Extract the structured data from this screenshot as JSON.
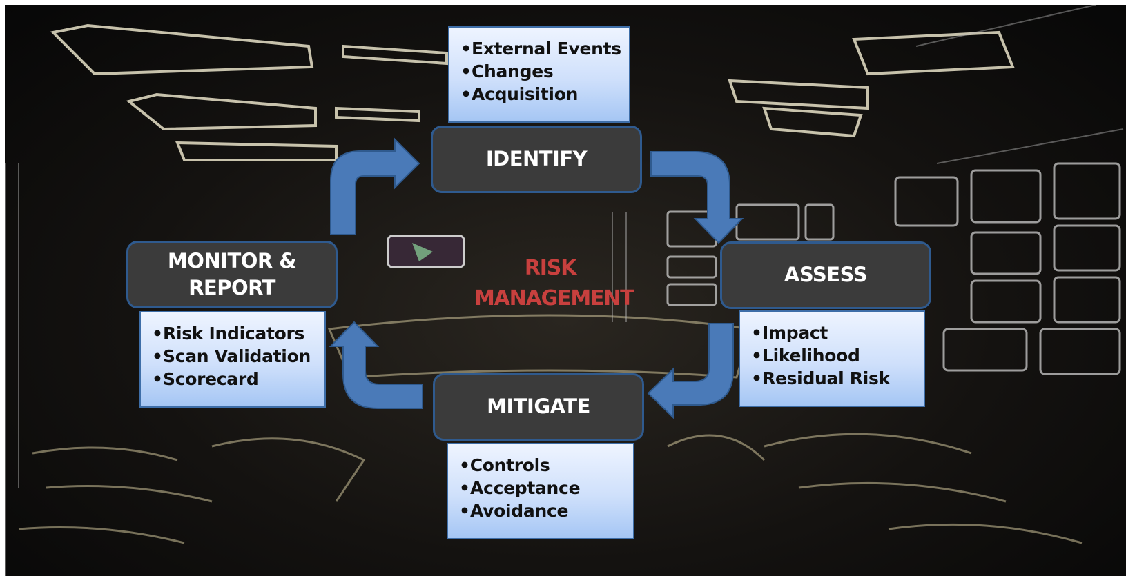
{
  "diagram": {
    "center": {
      "line1": "RISK",
      "line2": "MANAGEMENT"
    },
    "stages": {
      "identify": {
        "label": "IDENTIFY",
        "items": [
          "External Events",
          "Changes",
          "Acquisition"
        ]
      },
      "assess": {
        "label": "ASSESS",
        "items": [
          "Impact",
          "Likelihood",
          "Residual Risk"
        ]
      },
      "mitigate": {
        "label": "MITIGATE",
        "items": [
          "Controls",
          "Acceptance",
          "Avoidance"
        ]
      },
      "monitor": {
        "label_line1": "MONITOR &",
        "label_line2": "REPORT",
        "items": [
          "Risk Indicators",
          "Scan Validation",
          "Scorecard"
        ]
      }
    },
    "bullet": "•"
  },
  "colors": {
    "stage_fill": "#3b3b3b",
    "stage_border": "#2f5a8e",
    "arrow_fill": "#4a7ab8",
    "infobox_top": "#eef4ff",
    "infobox_bottom": "#a5c6f4",
    "center_text": "#c8403e"
  }
}
